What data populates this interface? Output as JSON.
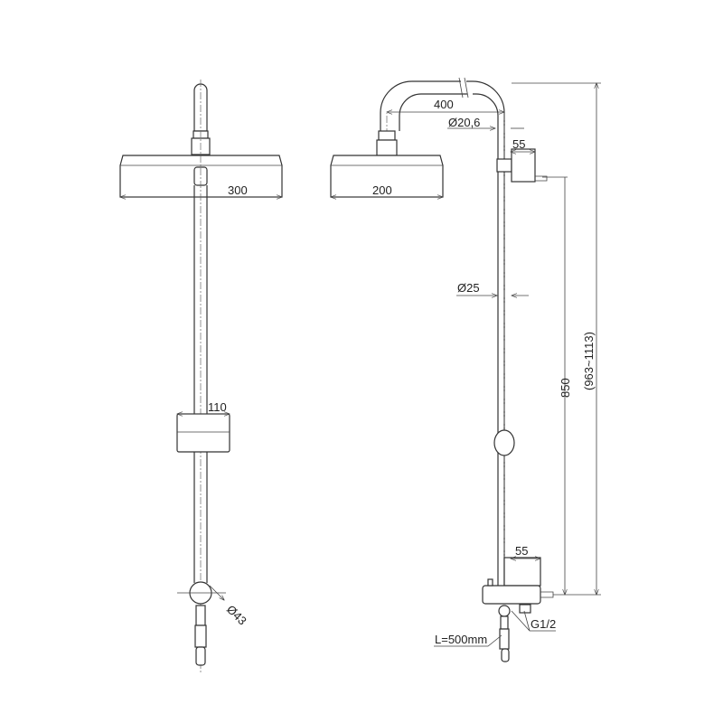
{
  "title": "Shower column dimension drawing",
  "front_view": {
    "head_width": "300",
    "bracket_width": "110",
    "valve_diameter": "Ø43"
  },
  "side_view": {
    "head_width": "200",
    "arm_reach": "400",
    "arm_diameter": "Ø20,6",
    "top_bracket_depth": "55",
    "pipe_diameter": "Ø25",
    "valve_depth": "55",
    "outlet_height": "850",
    "total_height": "(963~1113)",
    "thread": "G1/2",
    "hose_length": "L=500mm"
  }
}
